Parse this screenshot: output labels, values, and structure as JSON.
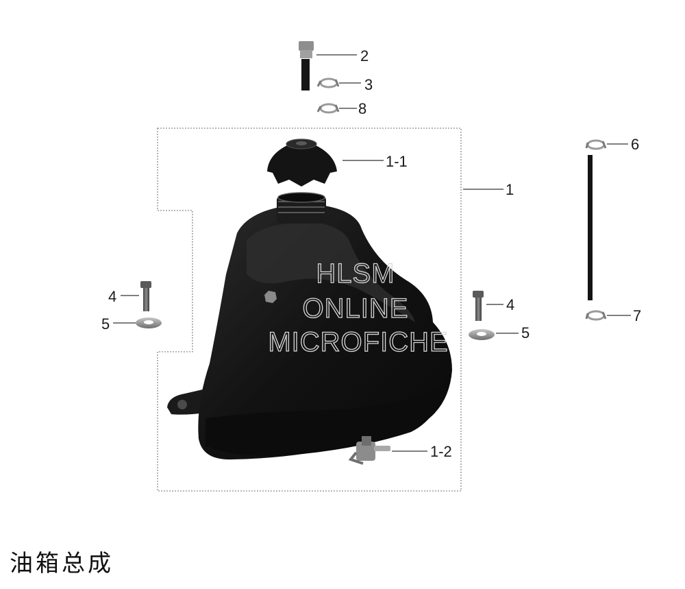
{
  "title": "油箱总成",
  "watermark": [
    "HLSM",
    "ONLINE",
    "MICROFICHE"
  ],
  "callouts": {
    "c1": "1",
    "c1_1": "1-1",
    "c1_2": "1-2",
    "c2": "2",
    "c3": "3",
    "c4_left": "4",
    "c4_right": "4",
    "c5_left": "5",
    "c5_right": "5",
    "c6": "6",
    "c7": "7",
    "c8": "8"
  },
  "colors": {
    "tank": "#151515",
    "tank_highlight": "#3a3a3a",
    "metal": "#9a9a9a",
    "leader": "#555555"
  }
}
